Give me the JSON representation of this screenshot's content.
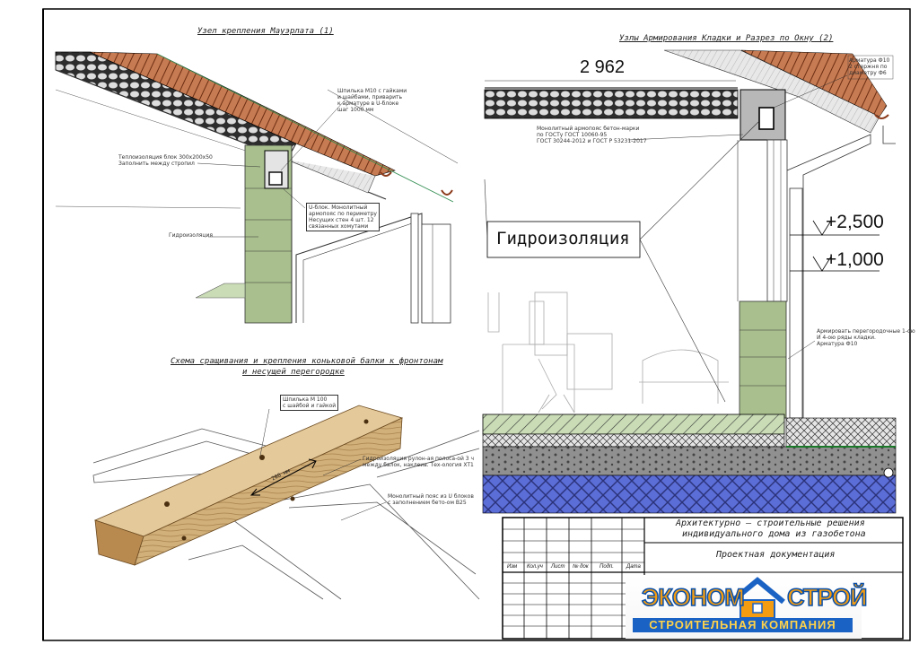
{
  "titles": {
    "mauerlat": "Узел крепления Мауэрлата (1)",
    "window": "Узлы Армирования Кладки и Разрез по Окну (2)",
    "ridge_line1": "Схема сращивания и крепления коньковой балки к фронтонам",
    "ridge_line2": "и несущей перегородке"
  },
  "notes": {
    "stud": "Шпилька М10 с гайками\nи шайбами, приварить\nк арматуре в U-блоке\nшаг 1000 мм",
    "thermal": "Теплоизоляция блок 300х200х50\nЗаполнить между стропил",
    "ublock": "U-блок. Монолитный\nармопояс по периметру\nНесущих стен 4 шт. 12\nсвязанных хомутами",
    "waterproof_small": "Гидроизоляция",
    "ribbon": "Монолитный армопояс бетон-марки\nпо ГОСТу ГОСТ 10060-95\nГОСТ 30244-2012 и ГОСТ Р 53231-2017",
    "rebar_top": "Арматура Ф10\n2 стержня по\nдиаметру Ф6",
    "rebar_bottom": "Армировать перегородочные 1-ою\nИ 4-ою ряды кладки.\nАрматура Ф10",
    "pin": "Шпилька М 100\nс шайбой и гайкой",
    "waterproof_roll": "Гидроизоляция рулон-ая полоса-ой 3 ч\nмежду балок, наклеив. Тех-ология XT1",
    "concrete": "Монолитный пояс из U блоков\nс заполнением бето-ом В25"
  },
  "dimensions": {
    "width": "2 962",
    "level_high": "+2,500",
    "level_low": "+1,000",
    "callout": "Гидроизоляция",
    "beam_size": "200 мм"
  },
  "stamp": {
    "headers": [
      "Изм",
      "Кол.уч",
      "Лист",
      "№ док",
      "Подп.",
      "Дата"
    ],
    "project_line1": "Архитектурно – строительные решения",
    "project_line2": "индивидуального дома из газобетона",
    "doc_type": "Проектная документация"
  },
  "logo": {
    "word1": "ЭКОНОМ",
    "word2": "СТРОЙ",
    "subtitle": "СТРОИТЕЛЬНАЯ КОМПАНИЯ",
    "orange": "#f39c12",
    "blue": "#1a62c4"
  },
  "colors": {
    "wall_block": "#a9c08e",
    "insulation": "#3a3a3a",
    "concrete_fill": "#c9dcb6",
    "gravel": "#8a8a8a",
    "soil": "#5b6dd6",
    "rafter": "#8b3a1a"
  }
}
